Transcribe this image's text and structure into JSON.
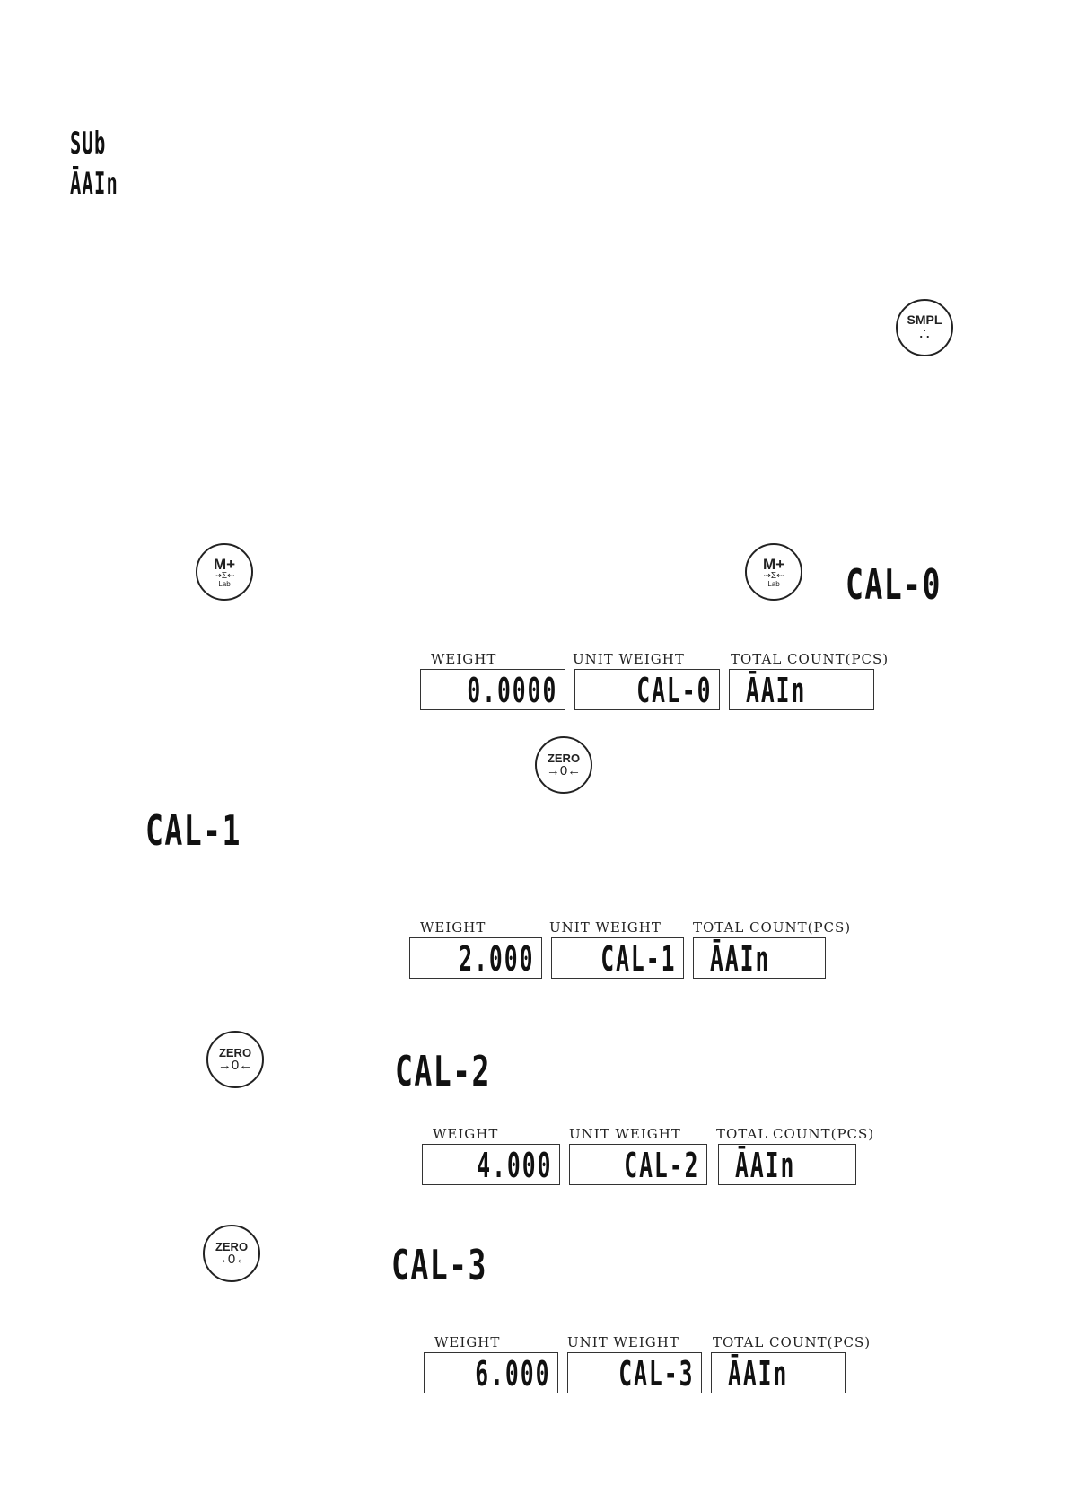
{
  "top_codes": [
    "SUb",
    "ĀAIn"
  ],
  "buttons": {
    "smpl": {
      "label": "SMPL",
      "symbol": "∴"
    },
    "mplus": {
      "label": "M+",
      "symbol": "⇢Σ⇠",
      "sub": "Lab"
    },
    "zero": {
      "label": "ZERO",
      "symbol": "→0←"
    }
  },
  "inline_codes": {
    "cal0": "CAL-0",
    "cal1": "CAL-1",
    "cal2": "CAL-2",
    "cal3": "CAL-3"
  },
  "panel_headers": {
    "weight": "WEIGHT",
    "unit_weight": "UNIT WEIGHT",
    "total_count": "TOTAL COUNT(PCS)"
  },
  "displays": [
    {
      "weight": "0.0000",
      "unit_weight": "CAL-0",
      "total_count": "ĀAIn"
    },
    {
      "weight": "2.000",
      "unit_weight": "CAL-1",
      "total_count": "ĀAIn"
    },
    {
      "weight": "4.000",
      "unit_weight": "CAL-2",
      "total_count": "ĀAIn"
    },
    {
      "weight": "6.000",
      "unit_weight": "CAL-3",
      "total_count": "ĀAIn"
    }
  ]
}
